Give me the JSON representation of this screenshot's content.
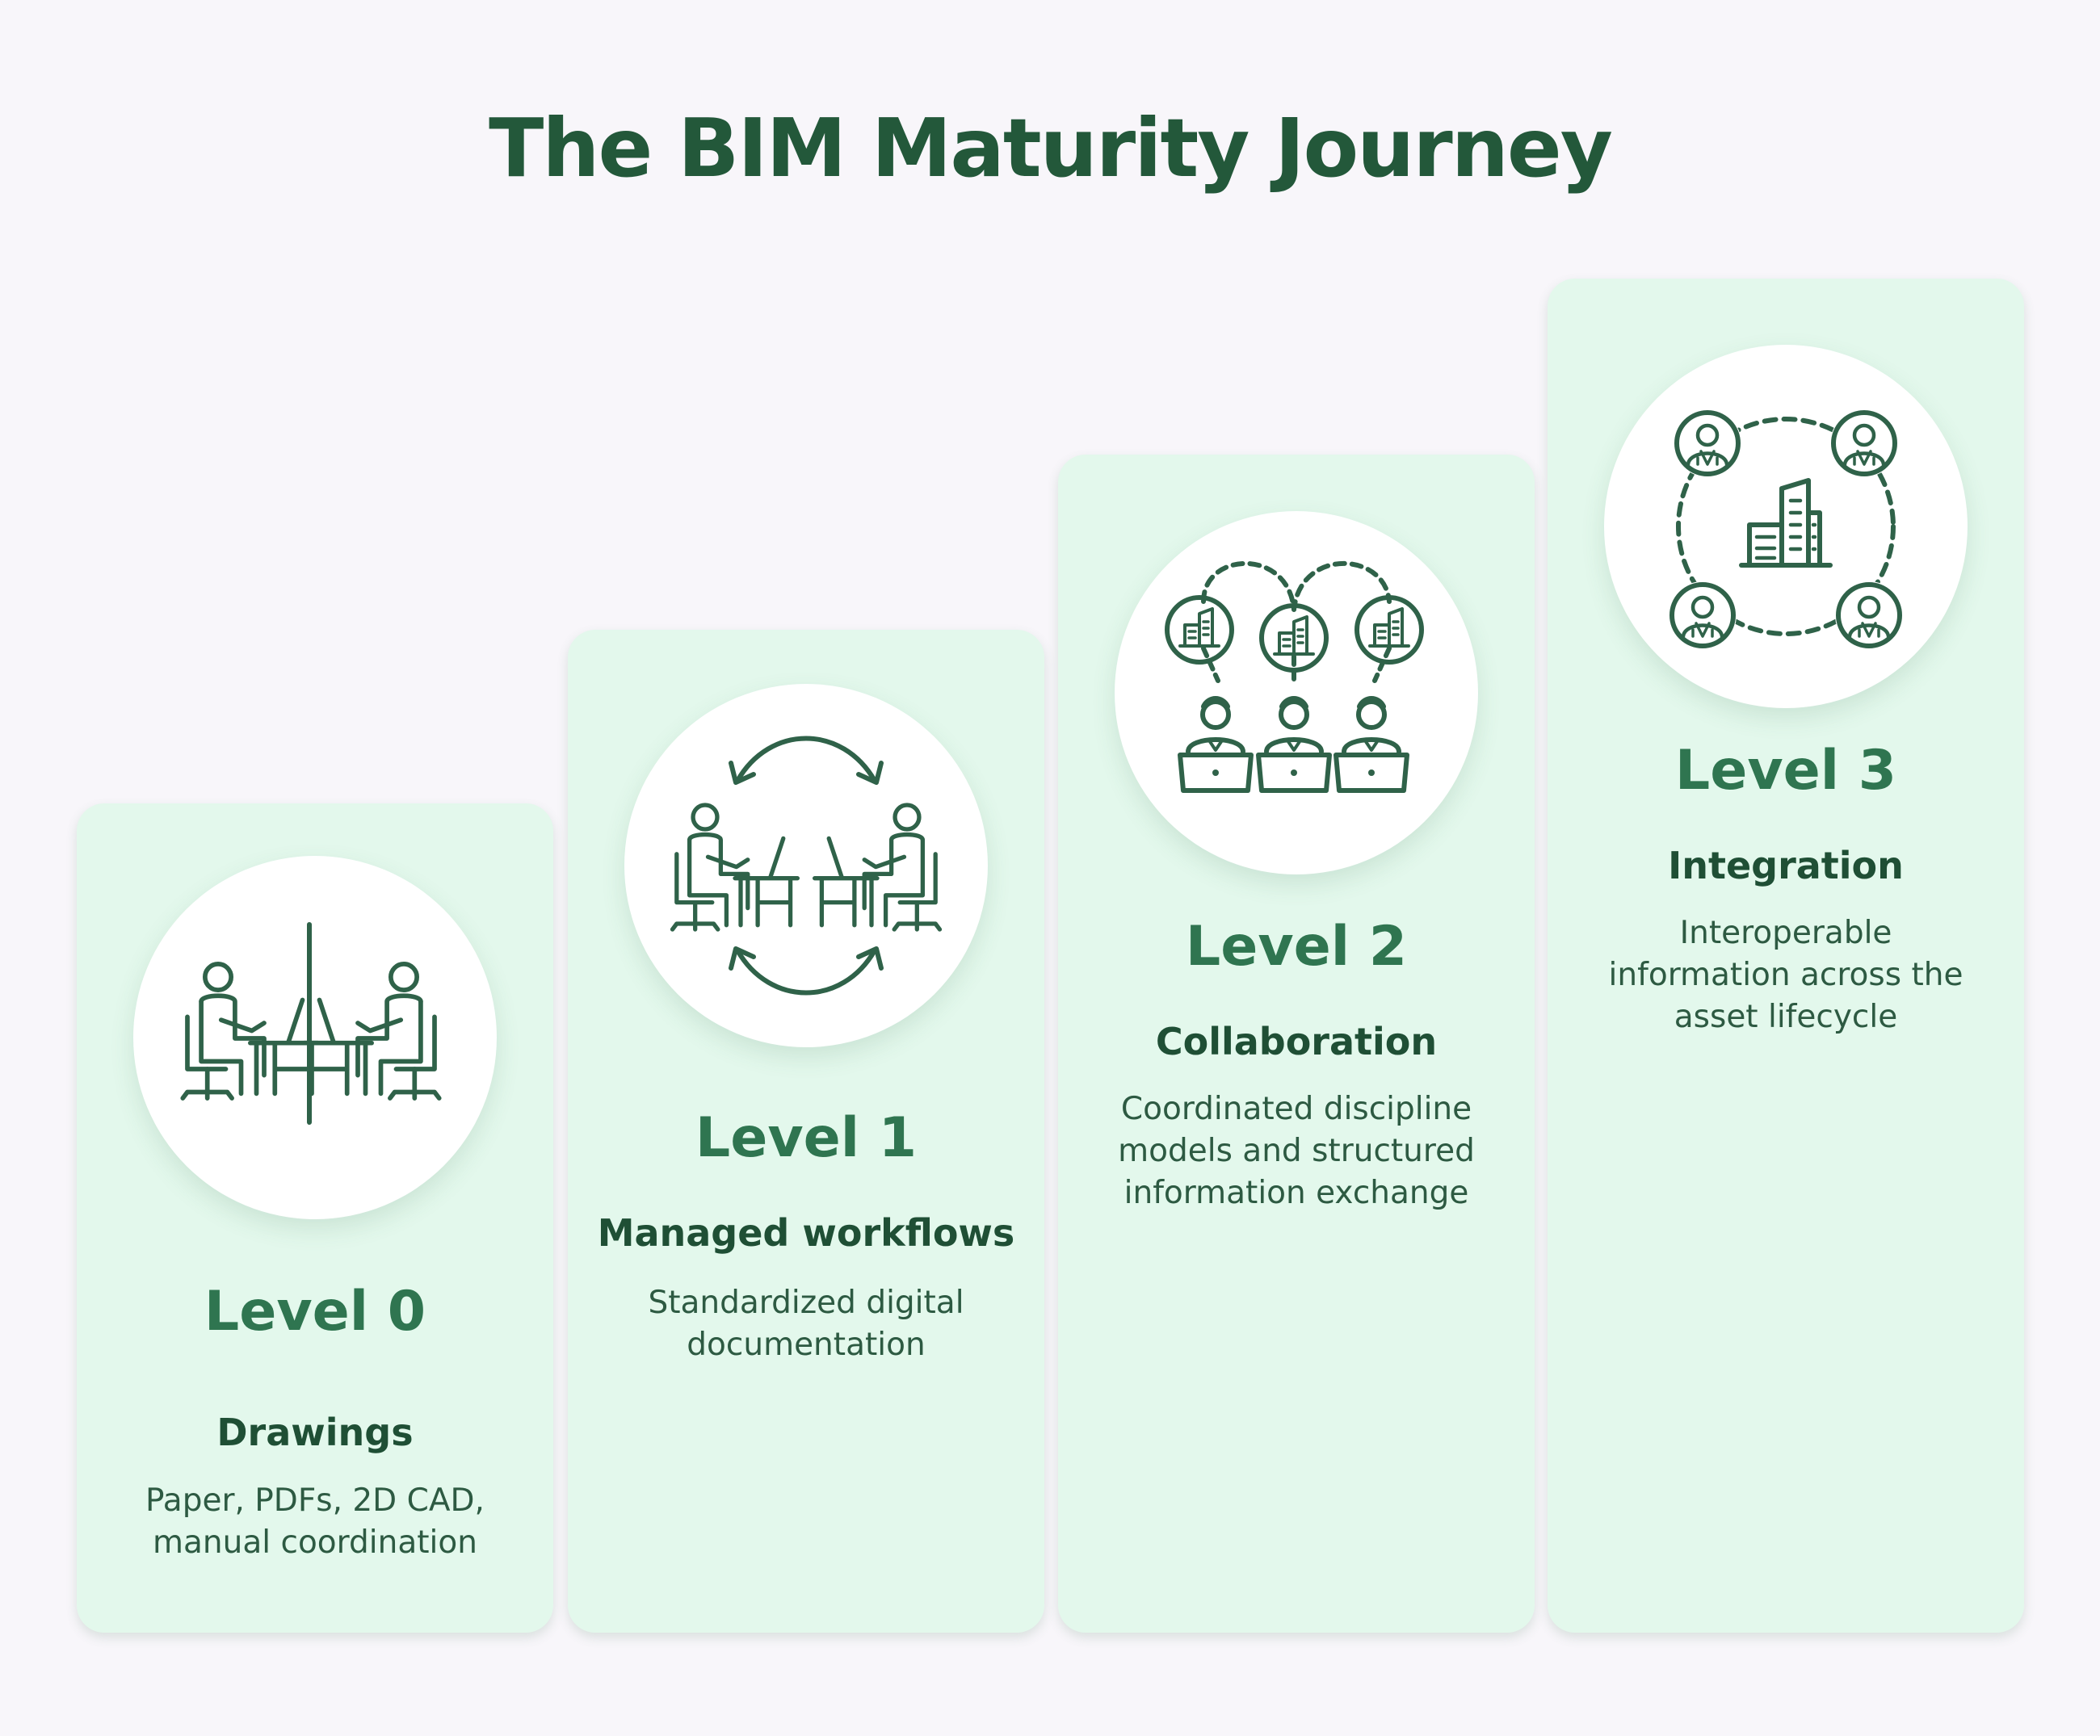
{
  "title": "The BIM Maturity Journey",
  "colors": {
    "accent": "#2f7550",
    "card": "#e3f8ec",
    "title": "#23583a"
  },
  "levels": [
    {
      "label": "Level 0",
      "name": "Drawings",
      "desc_lines": [
        "Paper, PDFs, 2D CAD,",
        "manual coordination"
      ],
      "icon": "two-desks-with-divider-icon"
    },
    {
      "label": "Level 1",
      "name": "Managed workflows",
      "desc_lines": [
        "Standardized digital",
        "documentation"
      ],
      "icon": "desk-exchange-arrows-icon"
    },
    {
      "label": "Level 2",
      "name": "Collaboration",
      "desc_lines": [
        "Coordinated discipline",
        "models and structured",
        "information exchange"
      ],
      "icon": "team-model-network-icon"
    },
    {
      "label": "Level 3",
      "name": "Integration",
      "desc_lines": [
        "Interoperable",
        "information across the",
        "asset lifecycle"
      ],
      "icon": "integrated-building-network-icon"
    }
  ]
}
